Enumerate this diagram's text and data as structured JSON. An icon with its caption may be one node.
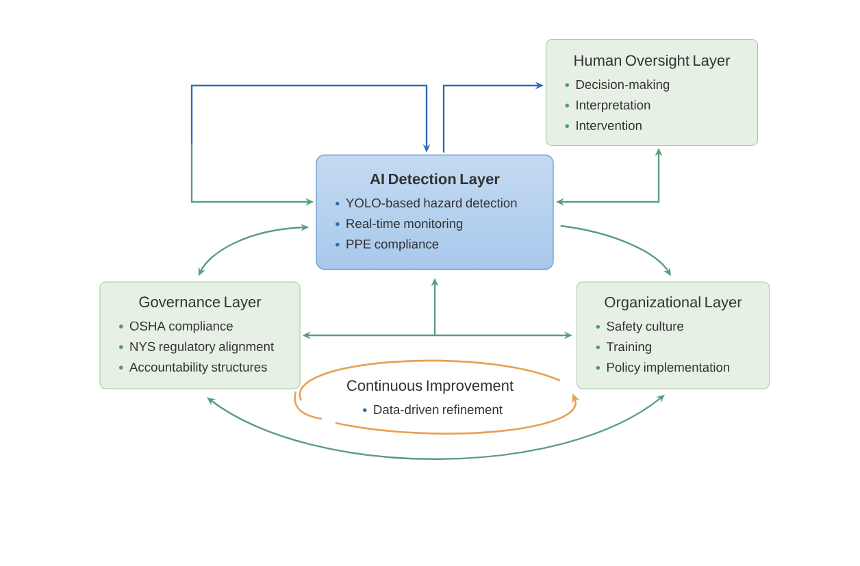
{
  "diagram": {
    "nodes": [
      {
        "text": [
          "Human Oversight Layer",
          "Decision-making",
          "Interpretation",
          "Intervention"
        ]
      },
      {
        "text": [
          "AI Detection Layer",
          "YOLO-based hazard detection",
          "Real-time monitoring",
          "PPE compliance"
        ]
      },
      {
        "text": [
          "Governance Layer",
          "OSHA compliance",
          "NYS regulatory alignment",
          "Accountability structures"
        ]
      },
      {
        "text": [
          "Organizational Layer",
          "Safety culture",
          "Training",
          "Policy implementation"
        ]
      },
      {
        "text": [
          "Continuous Improvement",
          "Data-driven refinement"
        ]
      }
    ],
    "edges": [
      {
        "from": null,
        "to": 1,
        "arrow": "to",
        "color": "#2f6db5"
      },
      {
        "from": null,
        "to": 1,
        "arrow": "to"
      },
      {
        "from": 1,
        "to": 0,
        "arrow": "to",
        "color": "#2f6db5"
      },
      {
        "from": 1,
        "to": 0,
        "arrow": "both"
      },
      {
        "from": 1,
        "to": 2,
        "arrow": "both"
      },
      {
        "from": 1,
        "to": 3,
        "arrow": "to"
      },
      {
        "from": 2,
        "to": 3,
        "arrow": "both"
      },
      {
        "from": null,
        "to": 1,
        "arrow": "to"
      },
      {
        "from": 2,
        "to": 3,
        "arrow": "both"
      }
    ]
  }
}
